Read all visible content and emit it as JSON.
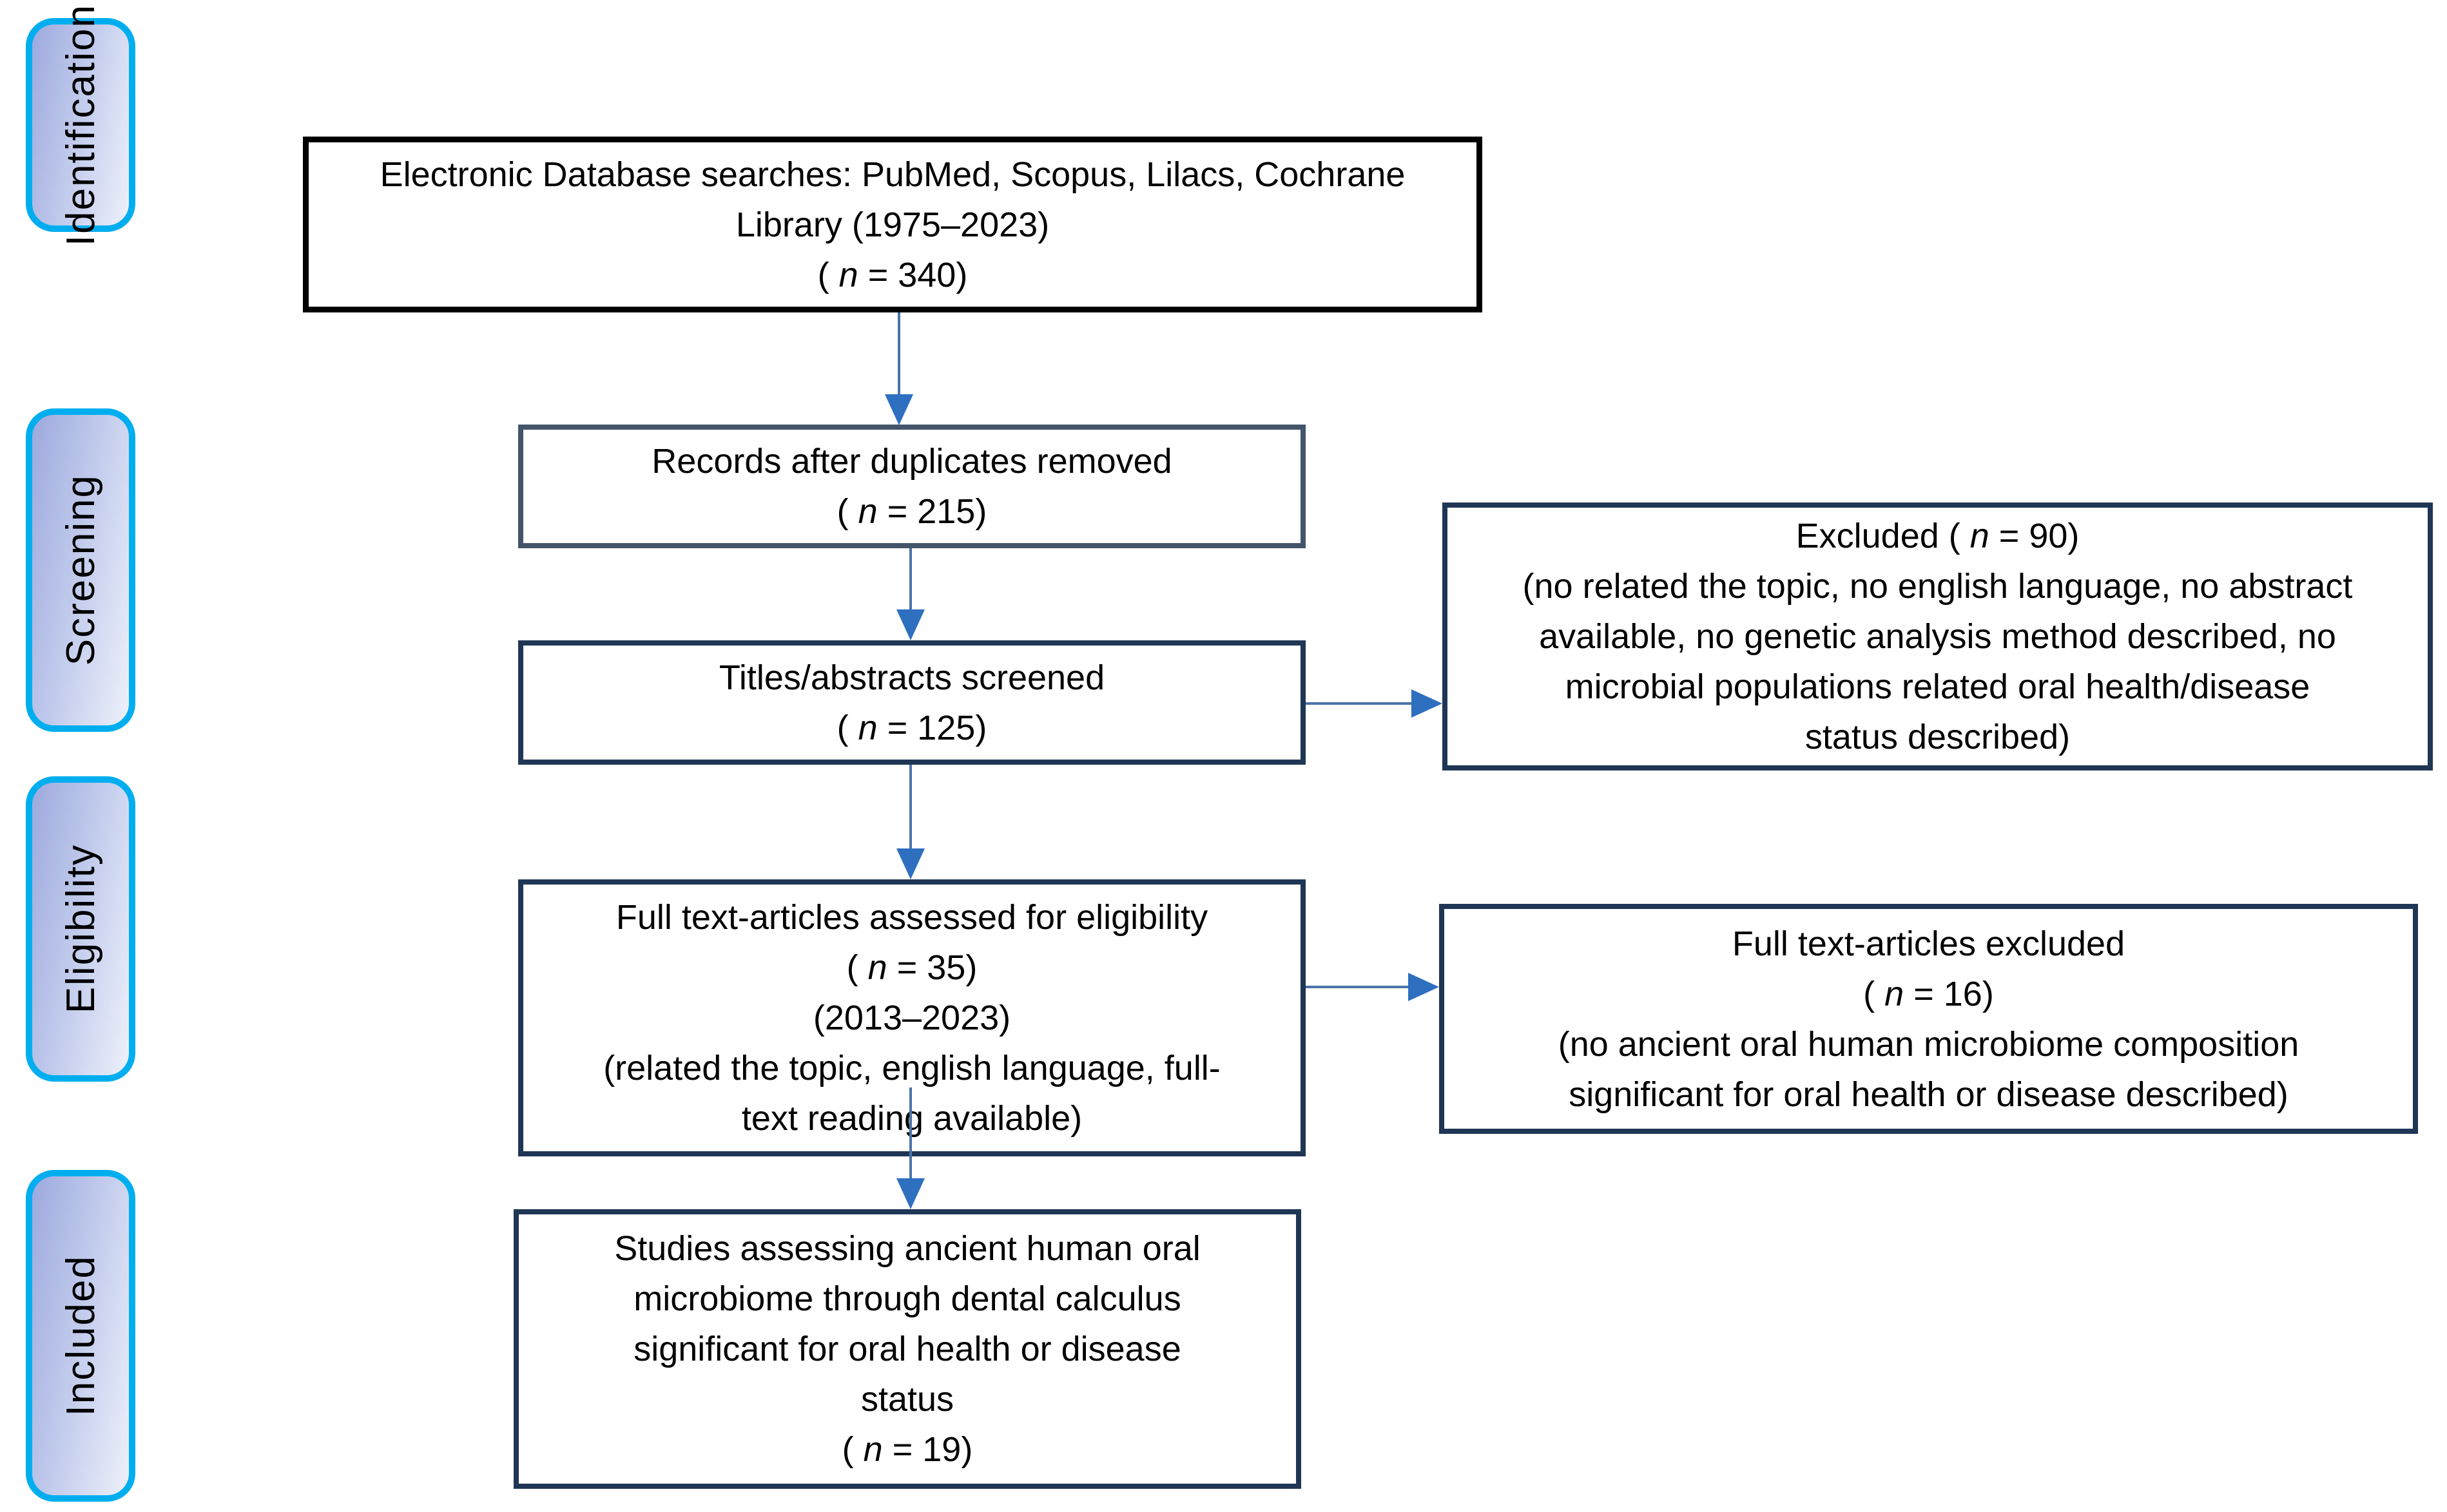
{
  "figure_type": "PRISMA flow diagram",
  "stages": [
    {
      "id": "identification",
      "label": "Identification"
    },
    {
      "id": "screening",
      "label": "Screening"
    },
    {
      "id": "eligibility",
      "label": "Eligibility"
    },
    {
      "id": "included",
      "label": "Included"
    }
  ],
  "boxes": {
    "search": {
      "n": 340,
      "lines": [
        "Electronic Database searches: PubMed, Scopus, Lilacs, Cochrane",
        "Library (1975–2023)",
        "( n = 340)"
      ]
    },
    "duplicates_removed": {
      "n": 215,
      "lines": [
        "Records after duplicates removed",
        "( n = 215)"
      ]
    },
    "titles_abstracts_screened": {
      "n": 125,
      "lines": [
        "Titles/abstracts screened",
        "( n = 125)"
      ]
    },
    "excluded_screening": {
      "n": 90,
      "lines": [
        "Excluded ( n = 90)",
        "(no related the topic, no english language, no abstract",
        "available, no genetic analysis method described, no",
        "microbial populations related oral health/disease",
        "status described)"
      ]
    },
    "fulltext_assessed": {
      "n": 35,
      "lines": [
        "Full text-articles assessed for eligibility",
        "( n = 35)",
        "(2013–2023)",
        "(related the topic, english language, full-",
        "text reading available)"
      ]
    },
    "fulltext_excluded": {
      "n": 16,
      "lines": [
        "Full text-articles excluded",
        "( n = 16)",
        "(no ancient oral human microbiome composition",
        "significant for oral health or disease described)"
      ]
    },
    "included_studies": {
      "n": 19,
      "lines": [
        "Studies assessing ancient human oral",
        "microbiome through dental calculus",
        "significant for oral health or disease",
        "status",
        "( n = 19)"
      ]
    }
  },
  "colors": {
    "background": "#ffffff",
    "stage_border": "#00aeef",
    "stage_fill_dark": "#9da9de",
    "stage_fill_mid": "#c7d0ee",
    "stage_fill_light": "#eef1fb",
    "box_border_black": "#000000",
    "box_border_slate": "#44546a",
    "box_border_navy": "#1f3655",
    "arrow_line": "#4a74a8",
    "arrow_head": "#2e6fc0",
    "text": "#000000"
  }
}
